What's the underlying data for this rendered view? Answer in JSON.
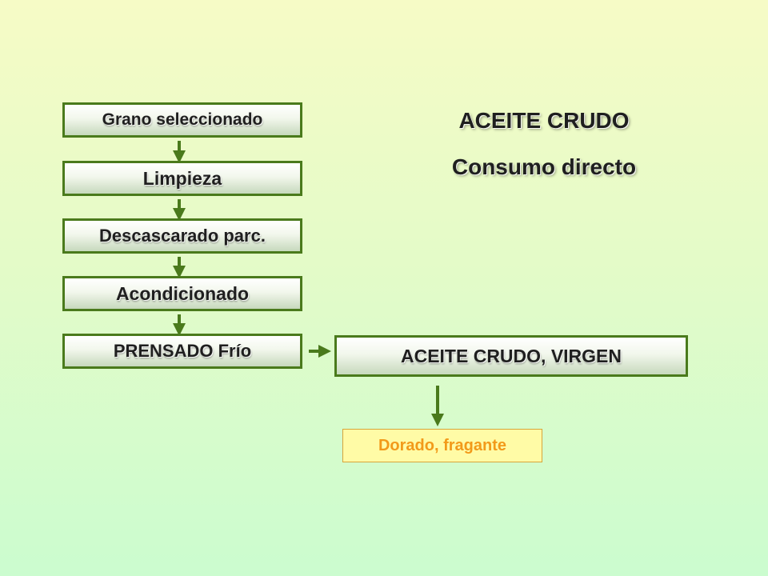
{
  "diagram": {
    "steps": [
      "Grano seleccionado",
      "Limpieza",
      "Descascarado parc.",
      "Acondicionado",
      "PRENSADO Frío"
    ],
    "title": "ACEITE CRUDO",
    "subtitle": "Consumo directo",
    "result": "ACEITE CRUDO, VIRGEN",
    "quality": "Dorado, fragante"
  },
  "colors": {
    "border_green": "#4a7a1c",
    "arrow_green": "#4a7a1c",
    "quality_text": "#f29a1a",
    "quality_bg": "#fffba6"
  }
}
